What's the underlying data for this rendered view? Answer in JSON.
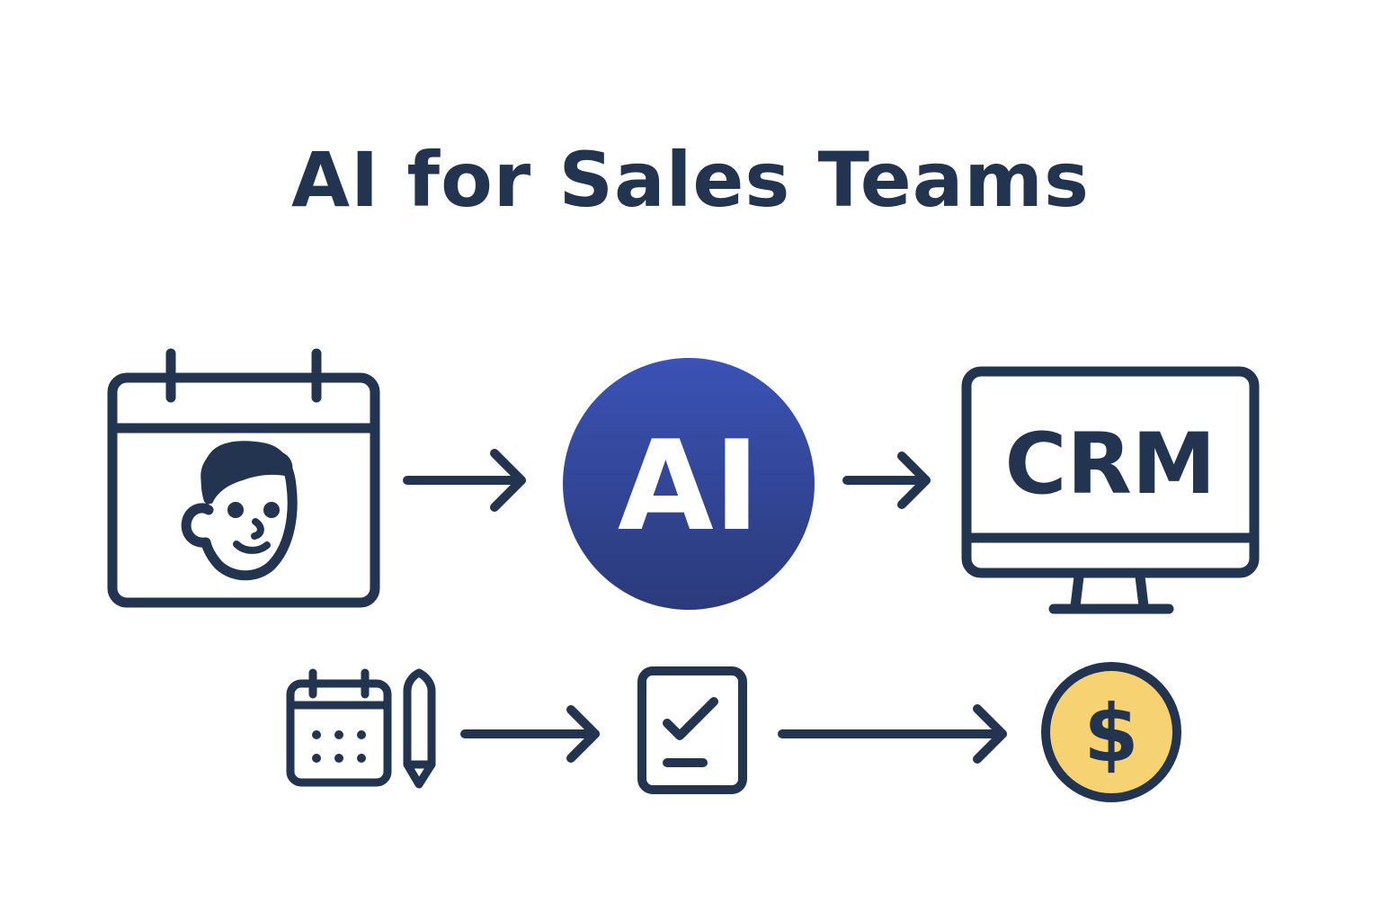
{
  "title": "AI for Sales Teams",
  "colors": {
    "ink": "#22344f",
    "ai_top": "#3a52b5",
    "ai_bottom": "#2b3a7a",
    "coin": "#f6d273",
    "background": "#ffffff"
  },
  "top_row": {
    "source": {
      "icon": "calendar-with-person-icon"
    },
    "ai_node": {
      "label": "AI",
      "icon": "ai-circle-icon"
    },
    "crm_node": {
      "label": "CRM",
      "icon": "monitor-icon"
    }
  },
  "bottom_row": {
    "source": {
      "icons": [
        "small-calendar-icon",
        "pencil-icon"
      ]
    },
    "task": {
      "icon": "checklist-icon"
    },
    "result": {
      "label": "$",
      "icon": "dollar-coin-icon"
    }
  }
}
